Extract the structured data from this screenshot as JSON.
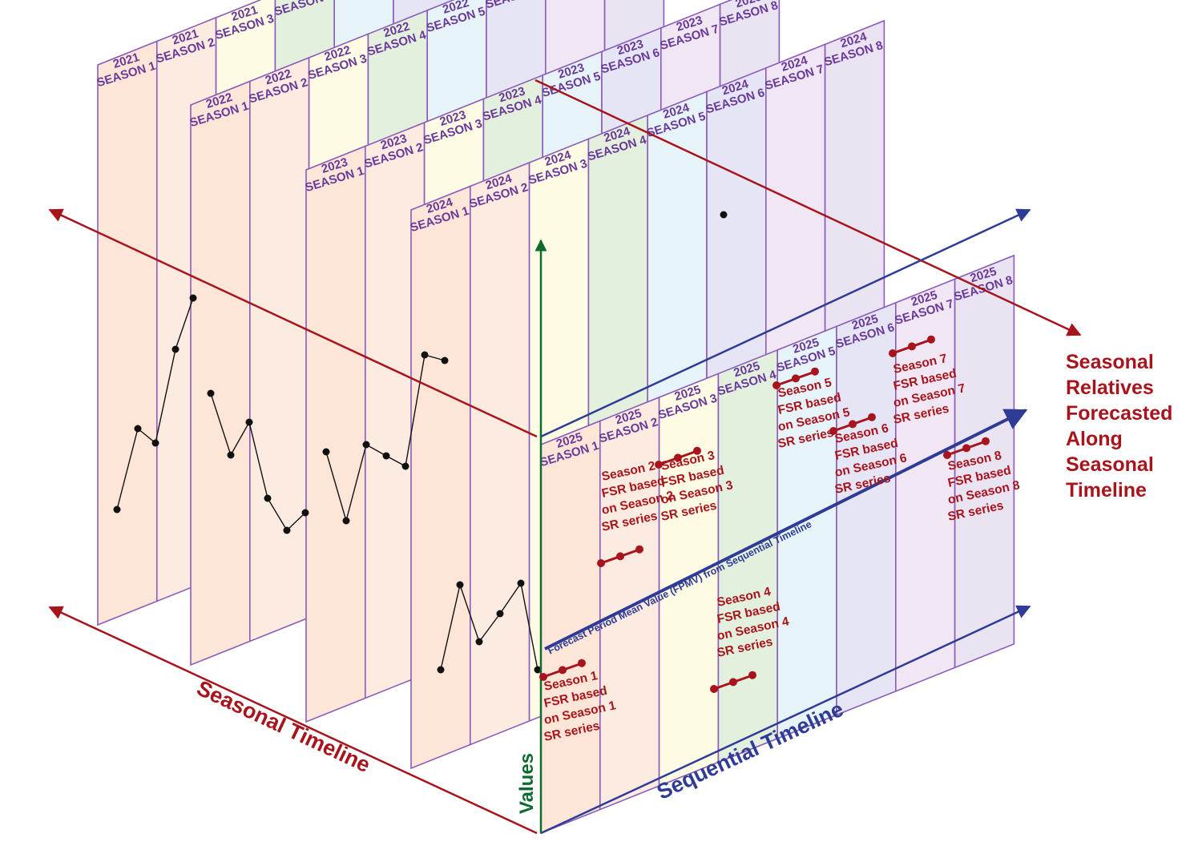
{
  "years": [
    "2021",
    "2022",
    "2023",
    "2024"
  ],
  "front_year": "2025",
  "season_labels": [
    "SEASON 1",
    "SEASON 2",
    "SEASON 3",
    "SEASON 4",
    "SEASON 5",
    "SEASON 6",
    "SEASON 7",
    "SEASON 8"
  ],
  "season_colors": [
    "#fde6d8",
    "#fcebe0",
    "#fdfbe3",
    "#e4f0de",
    "#e6f3f9",
    "#e5e5f5",
    "#f1e6f4",
    "#e9e3f2"
  ],
  "border_color": "#8a5bb8",
  "axes": {
    "seasonal_timeline": "Seasonal Timeline",
    "sequential_timeline": "Sequential Timeline",
    "values": "Values",
    "fpmv": "Forecast Period Mean Value (FPMV) from Sequential Timeline",
    "right_caption": [
      "Seasonal",
      "Relatives",
      "Forecasted",
      "Along",
      "Seasonal",
      "Timeline"
    ]
  },
  "colors": {
    "red": "#a8141c",
    "blue": "#2f3c96",
    "green": "#0e6b2e"
  },
  "forecast_notes": [
    [
      "Season 1",
      "FSR based",
      "on Season 1",
      "SR series"
    ],
    [
      "Season 2",
      "FSR based",
      "on Season 2",
      "SR series"
    ],
    [
      "Season 3",
      "FSR based",
      "on Season 3",
      "SR series"
    ],
    [
      "Season 4",
      "FSR based",
      "on Season 4",
      "SR series"
    ],
    [
      "Season 5",
      "FSR based",
      "on Season 5",
      "SR series"
    ],
    [
      "Season 6",
      "FSR based",
      "on Season 6",
      "SR series"
    ],
    [
      "Season 7",
      "FSR based",
      "on Season 7",
      "SR series"
    ],
    [
      "Season 8",
      "FSR based",
      "on Season 8",
      "SR series"
    ]
  ]
}
